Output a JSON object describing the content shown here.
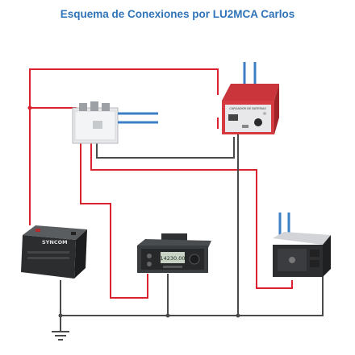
{
  "title": "Esquema de Conexiones por LU2MCA Carlos",
  "colors": {
    "title": "#2f74b8",
    "positive_wire": "#d9232e",
    "negative_wire": "#4a4a4a",
    "ac_plug": "#3d7fc4",
    "background": "#ffffff"
  },
  "components": {
    "battery": {
      "icon": "battery-icon",
      "brand": "SYNCOM"
    },
    "relay": {
      "icon": "relay-icon"
    },
    "battery_charger": {
      "icon": "charger-icon",
      "panel_text": "CARGADOR DE BATERIAS"
    },
    "transceiver": {
      "icon": "radio-icon",
      "display": "14230.00"
    },
    "power_supply": {
      "icon": "power-supply-icon"
    },
    "ground": {
      "icon": "ground-icon"
    }
  }
}
